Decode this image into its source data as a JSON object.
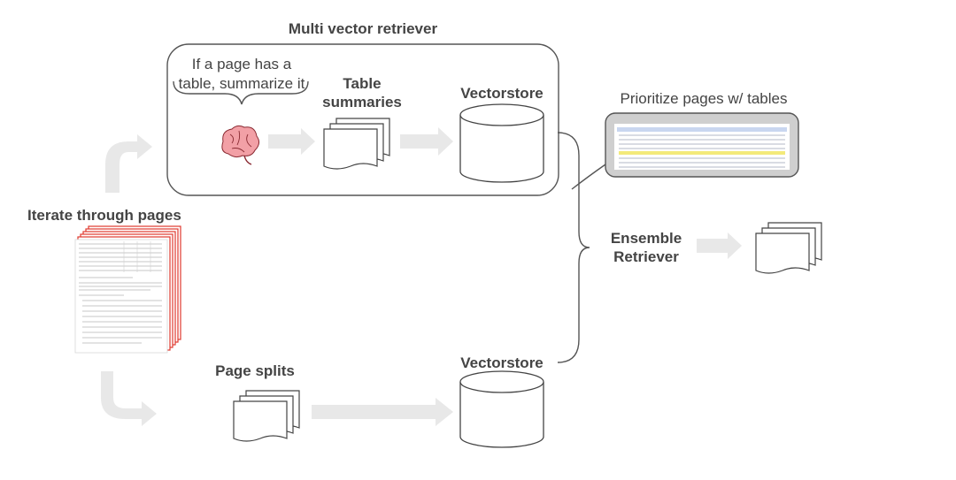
{
  "multi_vector": {
    "title": "Multi vector retriever"
  },
  "bracket_note": {
    "line1": "If a page has a",
    "line2": "table, summarize it"
  },
  "table_summaries": {
    "line1": "Table",
    "line2": "summaries"
  },
  "vectorstore_top": {
    "label": "Vectorstore"
  },
  "vectorstore_bottom": {
    "label": "Vectorstore"
  },
  "prioritize": {
    "label": "Prioritize pages w/ tables"
  },
  "iterate": {
    "label": "Iterate through pages"
  },
  "ensemble": {
    "line1": "Ensemble",
    "line2": "Retriever"
  },
  "page_splits": {
    "label": "Page splits"
  },
  "icons": {
    "brain": "brain-icon",
    "documents": "document-stack-icon",
    "database": "database-cylinder-icon",
    "pages": "page-stack-icon"
  },
  "colors": {
    "arrow": "#e8e8e8",
    "outline": "#444444",
    "panel_fill": "#cfcfcf",
    "brain": "#f2a0a6",
    "page_edge": "#e0392e"
  }
}
